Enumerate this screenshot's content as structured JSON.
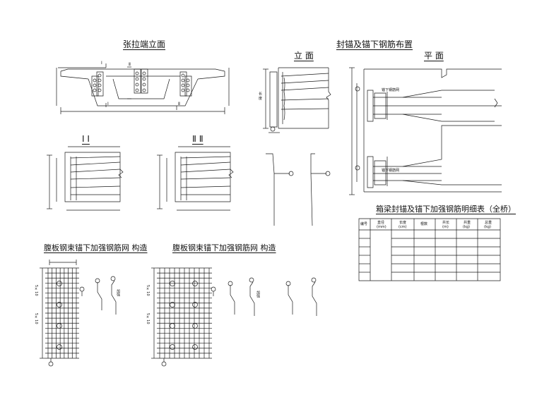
{
  "titles": {
    "tension_end_elevation": "张拉端立面",
    "anchorage_rebar_layout": "封锚及锚下钢筋布置",
    "elevation": "立 面",
    "plan": "平 面",
    "section_1": "Ⅰ  Ⅰ",
    "section_2": "Ⅱ  Ⅱ",
    "web_strand_net_1": "腹板钢束锚下加强钢筋网  构造",
    "web_strand_net_2": "腹板钢束锚下加强钢筋网  构造",
    "table_title": "箱梁封锚及锚下加强钢筋明细表（全桥）"
  },
  "section_marks": {
    "I": "Ⅰ",
    "II": "Ⅱ"
  },
  "table": {
    "headers": [
      "编号",
      "直径",
      "长度",
      "根数",
      "共长",
      "共重",
      "总重"
    ],
    "header_units": [
      "",
      "(mm)",
      "(cm)",
      "",
      "(m)",
      "(kg)",
      "(kg)"
    ],
    "rows": 7
  },
  "small_labels": {
    "plan_label_1": "锚下钢筋网",
    "plan_label_2": "锚下钢筋网",
    "elev_dim": "长 度",
    "net_dim_1": "5×10",
    "net_dim_2": "5×10",
    "net_dim_3": "5×10",
    "net_dim_4": "5×10",
    "bar_label": "加强",
    "bar_label_2": "加强"
  },
  "colors": {
    "line": "#1a1a1a",
    "background": "#ffffff"
  }
}
